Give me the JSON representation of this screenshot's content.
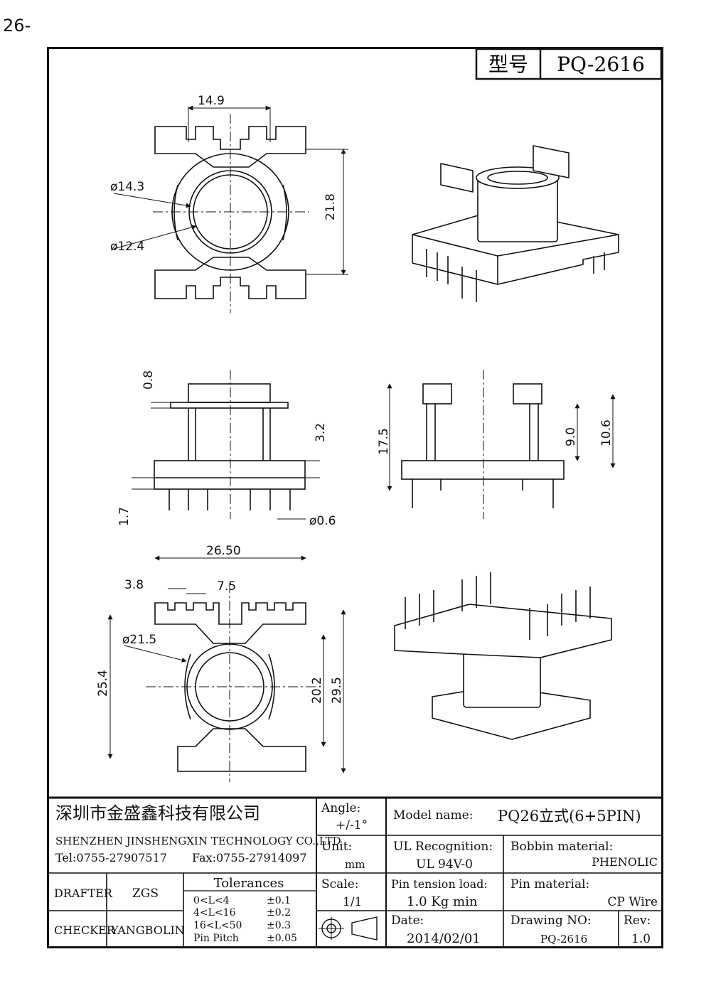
{
  "page_corner": "26-",
  "header": {
    "label": "型号",
    "model": "PQ-2616"
  },
  "dimensions": {
    "A": "14.9",
    "B": "ø14.3",
    "C": "ø12.4",
    "D": "21.8",
    "E": "0.8",
    "F": "3.2",
    "G": "1.7",
    "H": "ø0.6",
    "P": "17.5",
    "Q": "9.0",
    "R": "10.6",
    "O": "26.50",
    "I": "3.8",
    "J": "7.5",
    "K": "ø21.5",
    "L": "25.4",
    "M": "20.2",
    "N": "29.5"
  },
  "title_block": {
    "company_cn": "深圳市金盛鑫科技有限公司",
    "company_en": "SHENZHEN JINSHENGXIN TECHNOLOGY CO.,LTD",
    "tel": "Tel:0755-27907517",
    "fax": "Fax:0755-27914097",
    "angle_label": "Angle:",
    "angle_value": "+/-1°",
    "unit_label": "Unit:",
    "unit_value": "mm",
    "scale_label": "Scale:",
    "scale_value": "1/1",
    "model_name_label": "Model name:",
    "model_name_value": "PQ26立式(6+5PIN)",
    "ul_label": "UL Recognition:",
    "ul_value": "UL 94V-0",
    "bobbin_label": "Bobbin material:",
    "bobbin_value": "PHENOLIC",
    "pin_tension_label": "Pin tension load:",
    "pin_tension_value": "1.0 Kg min",
    "pin_material_label": "Pin material:",
    "pin_material_value": "CP Wire",
    "date_label": "Date:",
    "date_value": "2014/02/01",
    "drawing_no_label": "Drawing NO:",
    "drawing_no_value": "PQ-2616",
    "rev_label": "Rev:",
    "rev_value": "1.0",
    "drafter_label": "DRAFTER",
    "drafter_value": "ZGS",
    "checker_label": "CHECKER",
    "checker_value": "YANGBOLIN",
    "tolerances_title": "Tolerances",
    "tolerances": [
      {
        "range": "0<L<4",
        "value": "±0.1"
      },
      {
        "range": "4<L<16",
        "value": "±0.2"
      },
      {
        "range": "16<L<50",
        "value": "±0.3"
      },
      {
        "range": "Pin Pitch",
        "value": "±0.05"
      }
    ]
  }
}
